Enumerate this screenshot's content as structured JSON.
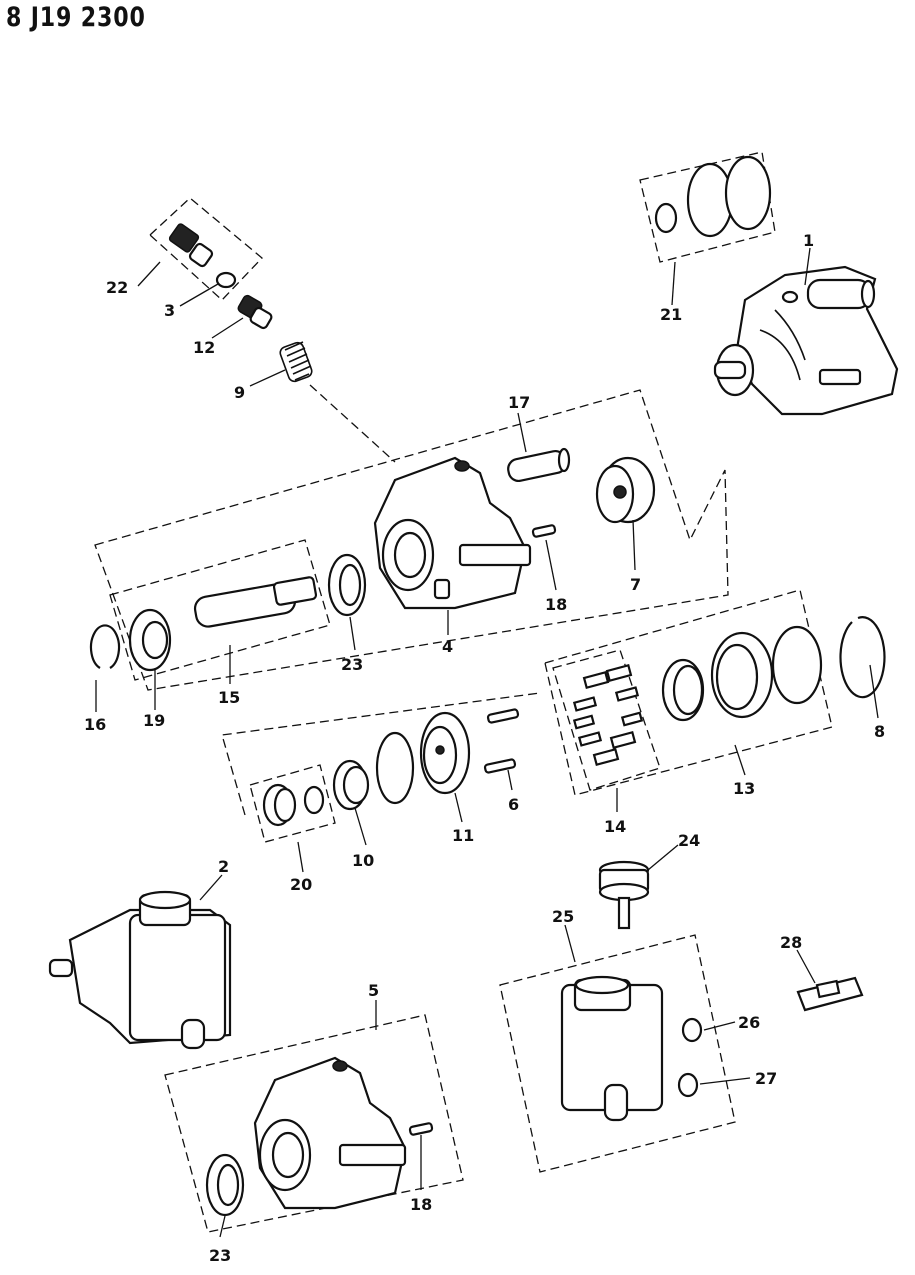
{
  "drawing_code": "8 J19 2300",
  "callouts": [
    "1",
    "2",
    "3",
    "4",
    "5",
    "6",
    "7",
    "8",
    "9",
    "10",
    "11",
    "12",
    "13",
    "14",
    "15",
    "16",
    "17",
    "18",
    "18",
    "19",
    "20",
    "21",
    "22",
    "23",
    "23",
    "24",
    "25",
    "26",
    "27",
    "28"
  ]
}
